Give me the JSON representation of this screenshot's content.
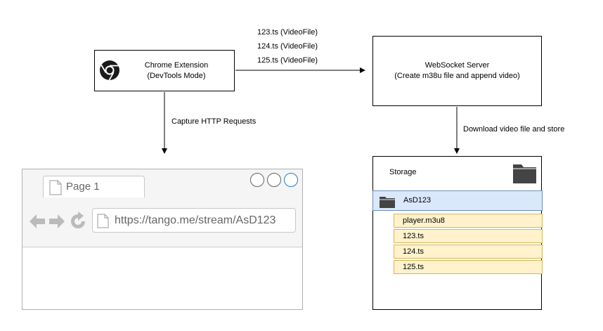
{
  "chrome_extension": {
    "line1": "Chrome Extension",
    "line2": "(DevTools Mode)",
    "icon": "chrome-icon"
  },
  "arrow_to_server": {
    "labels": [
      "123.ts (VideoFile)",
      "124.ts (VideoFile)",
      "125.ts (VideoFile)"
    ]
  },
  "websocket_server": {
    "line1": "WebSocket Server",
    "line2": "(Create m38u file and append video)"
  },
  "arrow_capture": {
    "label": "Capture HTTP Requests"
  },
  "arrow_store": {
    "label": "Download video file and store"
  },
  "browser": {
    "tab_label": "Page 1",
    "url": "https://tango.me/stream/AsD123"
  },
  "storage": {
    "title": "Storage",
    "folder": "AsD123",
    "files": [
      "player.m3u8",
      "123.ts",
      "124.ts",
      "125.ts"
    ]
  },
  "colors": {
    "folder_row_fill": "#dae8fc",
    "folder_row_border": "#6c8ebf",
    "file_row_fill": "#fff2cc",
    "file_row_border": "#d6b656",
    "window_button_accent": "#1e82c8"
  }
}
